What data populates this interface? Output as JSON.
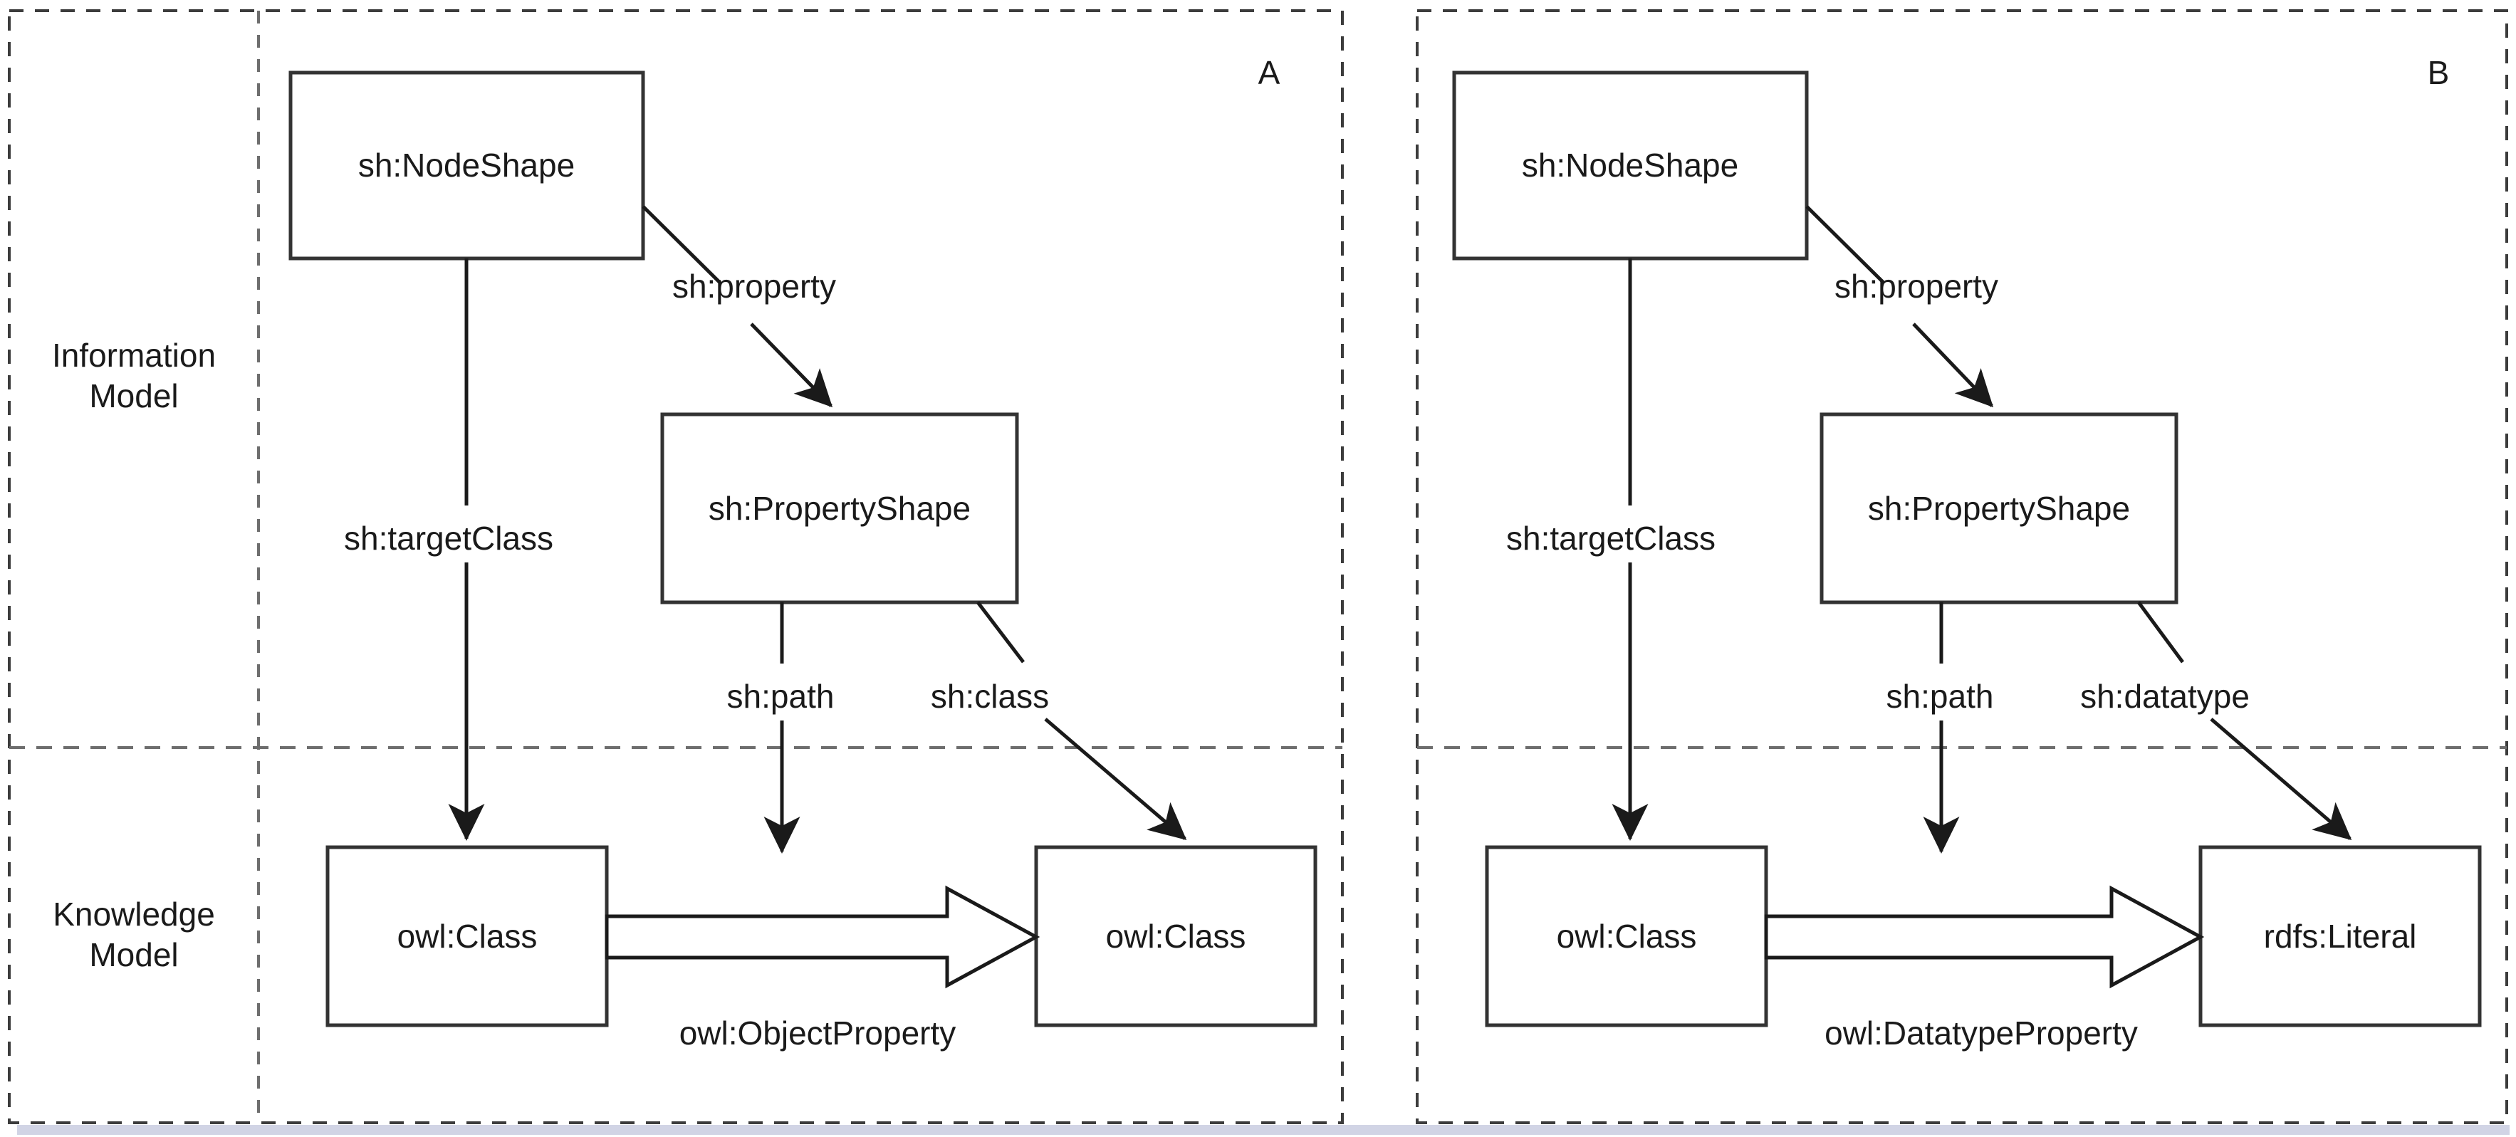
{
  "figure": {
    "type": "diagram",
    "description": "Two-panel UML-like diagram mapping SHACL information model constructs onto OWL knowledge model constructs.",
    "bands": [
      {
        "id": "information-model",
        "label": "Information\nModel",
        "line1": "Information",
        "line2": "Model"
      },
      {
        "id": "knowledge-model",
        "label": "Knowledge\nModel",
        "line1": "Knowledge",
        "line2": "Model"
      }
    ],
    "colors": {
      "stroke": "#1a1a1a",
      "dashed_border": "#3c3c3c",
      "background": "#ffffff",
      "shadow": "#c9cce0",
      "text": "#1a1a1a"
    },
    "panels": [
      {
        "id": "panel-a",
        "letter": "A",
        "nodes": [
          {
            "id": "a-nodeshape",
            "label": "sh:NodeShape",
            "band": "information-model"
          },
          {
            "id": "a-propertyshape",
            "label": "sh:PropertyShape",
            "band": "information-model"
          },
          {
            "id": "a-owlclass-left",
            "label": "owl:Class",
            "band": "knowledge-model"
          },
          {
            "id": "a-owlclass-right",
            "label": "owl:Class",
            "band": "knowledge-model"
          }
        ],
        "edges": [
          {
            "id": "a-edge-property",
            "label": "sh:property",
            "from": "a-nodeshape",
            "to": "a-propertyshape",
            "style": "arrow"
          },
          {
            "id": "a-edge-targetclass",
            "label": "sh:targetClass",
            "from": "a-nodeshape",
            "to": "a-owlclass-left",
            "style": "arrow"
          },
          {
            "id": "a-edge-path",
            "label": "sh:path",
            "from": "a-propertyshape",
            "to": "knowledge-model",
            "style": "arrow"
          },
          {
            "id": "a-edge-class",
            "label": "sh:class",
            "from": "a-propertyshape",
            "to": "a-owlclass-right",
            "style": "arrow"
          },
          {
            "id": "a-edge-objectprop",
            "label": "owl:ObjectProperty",
            "from": "a-owlclass-left",
            "to": "a-owlclass-right",
            "style": "hollow-arrow"
          }
        ]
      },
      {
        "id": "panel-b",
        "letter": "B",
        "nodes": [
          {
            "id": "b-nodeshape",
            "label": "sh:NodeShape",
            "band": "information-model"
          },
          {
            "id": "b-propertyshape",
            "label": "sh:PropertyShape",
            "band": "information-model"
          },
          {
            "id": "b-owlclass",
            "label": "owl:Class",
            "band": "knowledge-model"
          },
          {
            "id": "b-rdfsliteral",
            "label": "rdfs:Literal",
            "band": "knowledge-model"
          }
        ],
        "edges": [
          {
            "id": "b-edge-property",
            "label": "sh:property",
            "from": "b-nodeshape",
            "to": "b-propertyshape",
            "style": "arrow"
          },
          {
            "id": "b-edge-targetclass",
            "label": "sh:targetClass",
            "from": "b-nodeshape",
            "to": "b-owlclass",
            "style": "arrow"
          },
          {
            "id": "b-edge-path",
            "label": "sh:path",
            "from": "b-propertyshape",
            "to": "knowledge-model",
            "style": "arrow"
          },
          {
            "id": "b-edge-datatype",
            "label": "sh:datatype",
            "from": "b-propertyshape",
            "to": "b-rdfsliteral",
            "style": "arrow"
          },
          {
            "id": "b-edge-datatypeprop",
            "label": "owl:DatatypeProperty",
            "from": "b-owlclass",
            "to": "b-rdfsliteral",
            "style": "hollow-arrow"
          }
        ]
      }
    ]
  }
}
